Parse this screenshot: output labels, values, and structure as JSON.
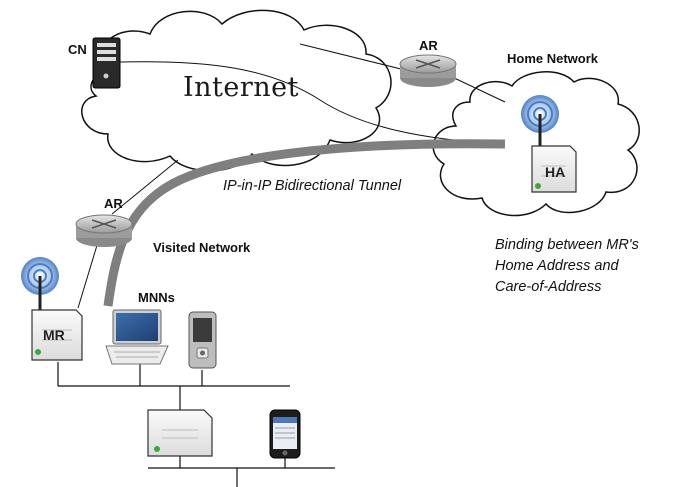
{
  "cloud_internet": {
    "label": "Internet"
  },
  "cloud_home": {
    "label": "Home Network"
  },
  "cloud_visited": {
    "label": "Visited Network"
  },
  "nodes": {
    "cn": "CN",
    "ar_home": "AR",
    "ar_visited": "AR",
    "ha": "HA",
    "mr": "MR",
    "mnns": "MNNs"
  },
  "tunnel": {
    "label": "IP-in-IP Bidirectional Tunnel"
  },
  "binding_note": {
    "lines": [
      "Binding between MR's",
      "Home Address and",
      "Care-of-Address"
    ]
  },
  "colors": {
    "cloud_stroke": "#111111",
    "tunnel": "#808080",
    "device_body": "#f3f3f3",
    "wifi": "#4a7fc1",
    "led": "#3aa83a"
  }
}
